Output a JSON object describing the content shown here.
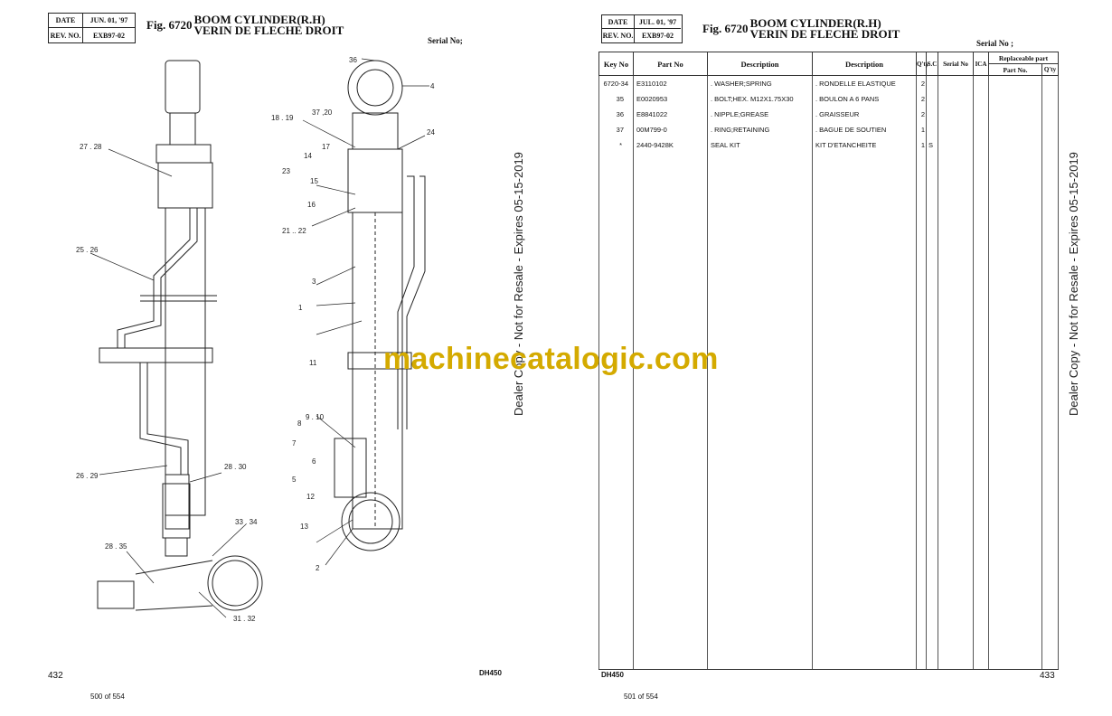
{
  "left_page": {
    "date_label": "DATE",
    "date_value": "JUN. 01, '97",
    "rev_label": "REV. NO.",
    "rev_value": "EXB97-02",
    "fig_number": "Fig. 6720",
    "title_en": "BOOM CYLINDER(R.H)",
    "title_fr": "VERIN DE FLECHE DROIT",
    "serial_label": "Serial No;",
    "callouts_left": [
      "27 . 28",
      "25 . 26",
      "26 . 29",
      "28 . 30",
      "33 . 34",
      "28 . 35",
      "31 . 32"
    ],
    "callouts_right": [
      "36",
      "4",
      "18 . 19",
      "37 ,20",
      "24",
      "17",
      "14",
      "23",
      "15",
      "16",
      "21 .. 22",
      "3",
      "1",
      "11",
      "9 . 10",
      "8",
      "7",
      "6",
      "5",
      "12",
      "13",
      "2"
    ],
    "page_number": "432",
    "model": "DH450",
    "pdf_page": "500 of 554"
  },
  "right_page": {
    "date_label": "DATE",
    "date_value": "JUL. 01, '97",
    "rev_label": "REV. NO.",
    "rev_value": "EXB97-02",
    "fig_number": "Fig. 6720",
    "title_en": "BOOM CYLINDER(R.H)",
    "title_fr": "VERIN DE FLECHE DROIT",
    "serial_label": "Serial No ;",
    "table": {
      "headers": [
        "Key No",
        "Part No",
        "Description",
        "Description",
        "Q'ty",
        "S.C",
        "Serial No",
        "ICA",
        "Replaceable part",
        "Part No.",
        "Q'ty"
      ],
      "rows": [
        {
          "key": "6720-34",
          "part": "E3110102",
          "desc_en": ". WASHER;SPRING",
          "desc_fr": ". RONDELLE ELASTIQUE",
          "qty": "2",
          "sc": ""
        },
        {
          "key": "35",
          "part": "E0020953",
          "desc_en": ". BOLT;HEX. M12X1.75X30",
          "desc_fr": ". BOULON A 6 PANS",
          "qty": "2",
          "sc": ""
        },
        {
          "key": "36",
          "part": "E8841022",
          "desc_en": ". NIPPLE;GREASE",
          "desc_fr": ". GRAISSEUR",
          "qty": "2",
          "sc": ""
        },
        {
          "key": "37",
          "part": "00M799-0",
          "desc_en": ". RING;RETAINING",
          "desc_fr": ". BAGUE DE SOUTIEN",
          "qty": "1",
          "sc": ""
        },
        {
          "key": "*",
          "part": "2440-9428K",
          "desc_en": "SEAL KIT",
          "desc_fr": "KIT D'ETANCHEITE",
          "qty": "1",
          "sc": "S"
        }
      ]
    },
    "model": "DH450",
    "page_number": "433",
    "pdf_page": "501 of 554"
  },
  "watermark": "machinecatalogic.com",
  "side_notice": "Dealer Copy - Not for Resale - Expires 05-15-2019",
  "colors": {
    "watermark": "#d4aa00"
  }
}
